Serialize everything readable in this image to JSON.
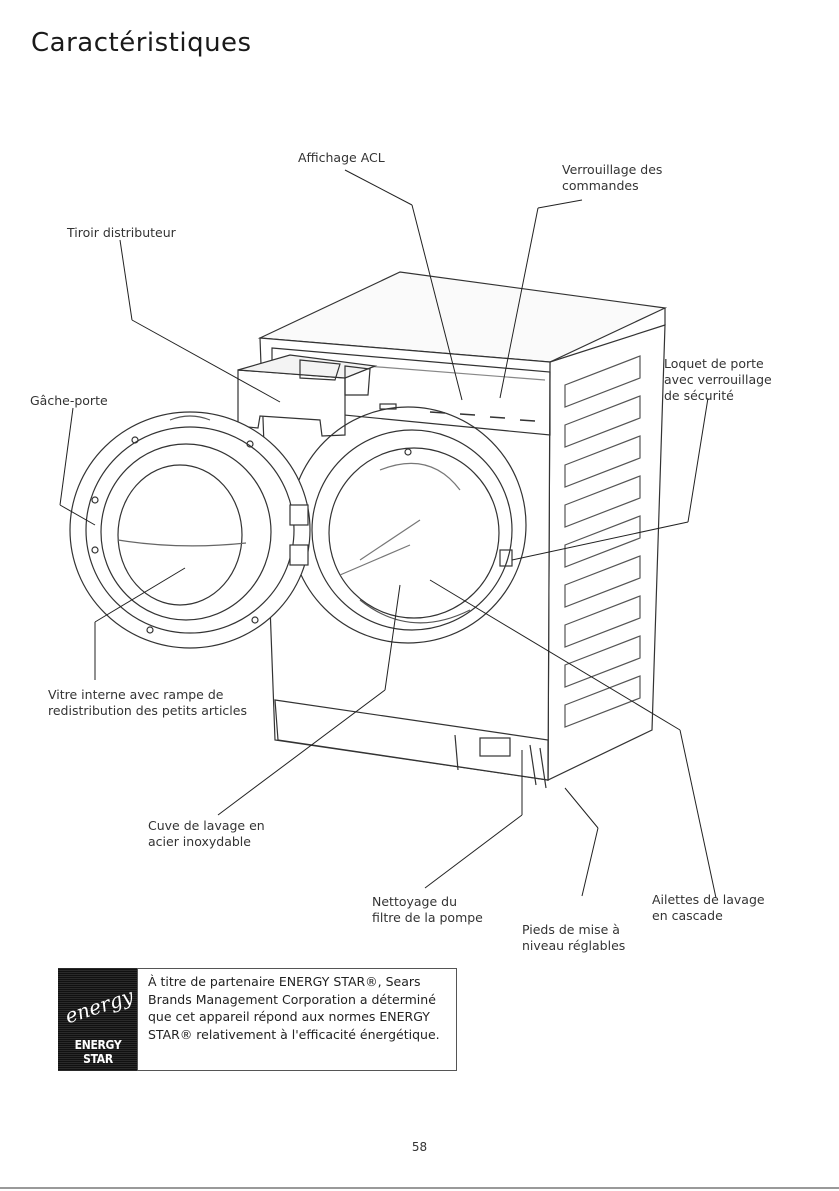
{
  "page": {
    "title": "Caractéristiques",
    "page_number": "58"
  },
  "callouts": [
    {
      "id": "affichage",
      "text": "Affichage ACL"
    },
    {
      "id": "verrouillage",
      "text": "Verrouillage des\ncommandes"
    },
    {
      "id": "tiroir",
      "text": "Tiroir distributeur"
    },
    {
      "id": "gache",
      "text": "Gâche-porte"
    },
    {
      "id": "loquet",
      "text": "Loquet de porte\navec verrouillage\nde sécurité"
    },
    {
      "id": "vitre",
      "text": "Vitre interne avec rampe de\nredistribution des petits articles"
    },
    {
      "id": "cuve",
      "text": "Cuve de lavage en\nacier inoxydable"
    },
    {
      "id": "nettoyage",
      "text": "Nettoyage du\nfiltre de la pompe"
    },
    {
      "id": "pieds",
      "text": "Pieds de mise à\nniveau réglables"
    },
    {
      "id": "ailettes",
      "text": "Ailettes de lavage\nen cascade"
    }
  ],
  "energy_star": {
    "logo_script": "energy",
    "logo_label": "ENERGY STAR",
    "statement": "À titre de partenaire ENERGY STAR®, Sears\nBrands Management Corporation a déterminé\nque cet appareil répond aux normes ENERGY\nSTAR® relativement à l'efficacité énergétique."
  }
}
